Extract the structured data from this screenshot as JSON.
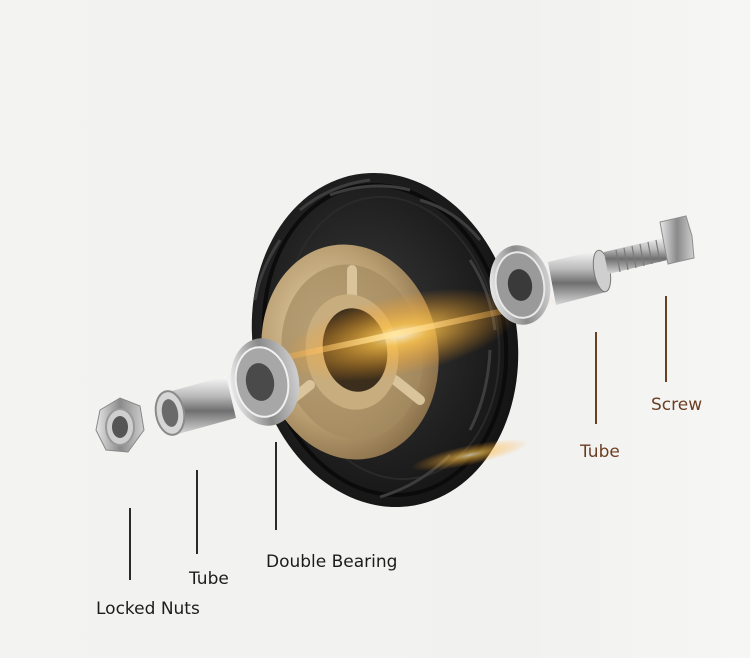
{
  "labels": {
    "screw": "Screw",
    "tube_right": "Tube",
    "double_bearing": "Double Bearing",
    "tube_left": "Tube",
    "locked_nuts": "Locked Nuts"
  },
  "colors": {
    "background": "#f2f2f0",
    "tire": "#1b1b1b",
    "rim": "#b9a179",
    "glow": "#ffb23a",
    "label_warm": "#6b3e22",
    "label_dark": "#1c1c1c"
  }
}
